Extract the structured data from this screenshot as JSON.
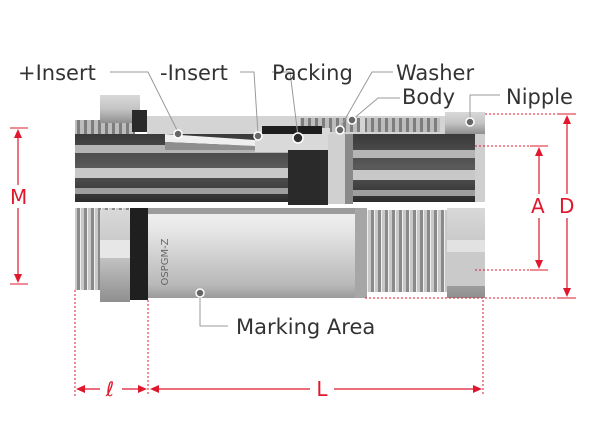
{
  "labels": {
    "plus_insert": "+Insert",
    "minus_insert": "-Insert",
    "packing": "Packing",
    "washer": "Washer",
    "body": "Body",
    "nipple": "Nipple",
    "marking_area": "Marking Area"
  },
  "dimensions": {
    "m": "M",
    "a": "A",
    "d": "D",
    "l_small": "ℓ",
    "l_large": "L"
  },
  "marking_text": "OSPGM-Z",
  "colors": {
    "dimension": "#e0182d",
    "leader": "#999999",
    "label": "#333333",
    "metal_light": "#dcdcdc",
    "metal_dark": "#2a2a2a"
  }
}
